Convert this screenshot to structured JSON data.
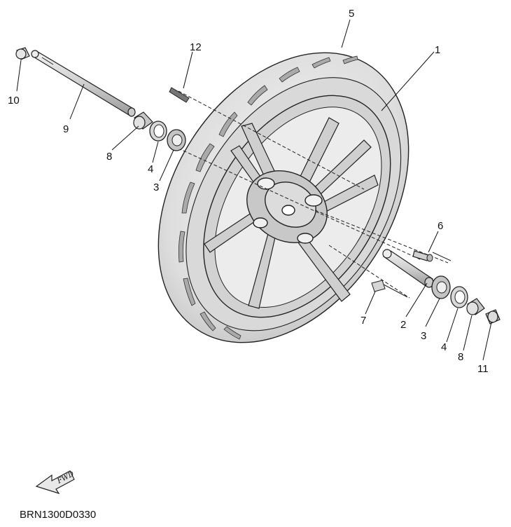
{
  "diagram": {
    "callouts": {
      "c1": "1",
      "c2": "2",
      "c3a": "3",
      "c3b": "3",
      "c4a": "4",
      "c4b": "4",
      "c5": "5",
      "c6": "6",
      "c7": "7",
      "c8a": "8",
      "c8b": "8",
      "c9": "9",
      "c10": "10",
      "c11": "11",
      "c12": "12"
    },
    "drawing_code": "BRN1300D0330",
    "fwd_label": "FWD"
  }
}
